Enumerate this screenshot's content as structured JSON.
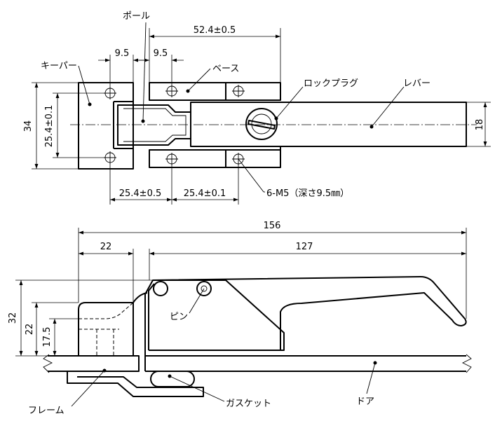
{
  "labels": {
    "pole": "ポール",
    "keeper": "キーパー",
    "base": "ベース",
    "lock_plug": "ロックプラグ",
    "lever": "レバー",
    "screw_spec": "6-M5（深さ9.5㎜）",
    "pin": "ピン",
    "gasket": "ガスケット",
    "frame": "フレーム",
    "door": "ドア"
  },
  "dimensions": {
    "top_pole_to_base_end": "52.4±0.5",
    "top_keeper_hole_gap": "9.5",
    "top_base_hole_gap": "9.5",
    "left_keeper_height": "34",
    "left_keeper_hole_pitch": "25.4±0.1",
    "right_lever_width": "18",
    "bottom_keeper_to_base": "25.4±0.5",
    "bottom_base_hole_pitch": "25.4±0.1",
    "side_overall_length": "156",
    "side_keeper_width": "22",
    "side_base_to_lever_end": "127",
    "side_overall_height": "32",
    "side_keeper_height": "22",
    "side_keeper_lower": "17.5"
  }
}
